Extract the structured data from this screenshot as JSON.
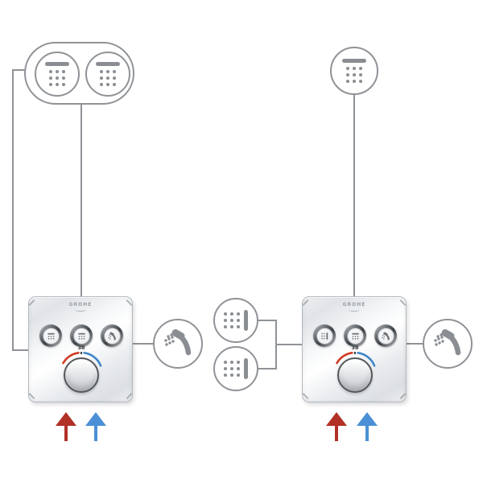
{
  "diagram_type": "shower-thermostat-installation-diagram",
  "valve": {
    "brand_label": "GROHE",
    "temp_stop_label": "38",
    "button_count": 3
  },
  "left_setup": {
    "name": "dual-head-shower-configuration",
    "top_outlets": [
      "head-shower-icon",
      "head-shower-icon"
    ],
    "valve_buttons": [
      "head-shower-icon",
      "head-shower-icon",
      "hand-shower-icon"
    ],
    "side_outlet_right": "hand-shower-icon",
    "supply_arrows": [
      {
        "name": "hot-water-supply",
        "color": "#b23127"
      },
      {
        "name": "cold-water-supply",
        "color": "#4b90d6"
      }
    ]
  },
  "right_setup": {
    "name": "head-shower-body-spray-configuration",
    "top_outlets": [
      "head-shower-icon"
    ],
    "side_outlets_left": [
      "body-spray-icon",
      "body-spray-icon"
    ],
    "valve_buttons": [
      "body-spray-icon",
      "head-shower-icon",
      "hand-shower-icon"
    ],
    "side_outlet_right": "hand-shower-icon",
    "supply_arrows": [
      {
        "name": "hot-water-supply",
        "color": "#b23127"
      },
      {
        "name": "cold-water-supply",
        "color": "#4b90d6"
      }
    ]
  },
  "colors": {
    "background": "#ffffff",
    "connector_line": "#8f9397",
    "outline_gray": "#8f9397",
    "icon_gray": "#8a8e92",
    "hot_red": "#b23127",
    "cold_blue": "#4b90d6",
    "arc_hot": "#d03a24",
    "arc_cold": "#4186c8"
  }
}
